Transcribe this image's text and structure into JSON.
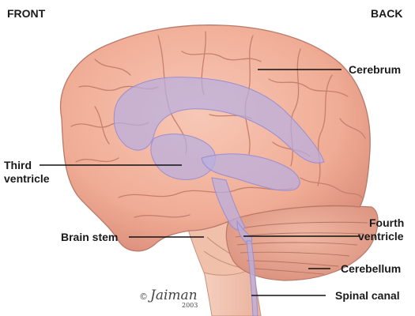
{
  "orientation": {
    "front": "FRONT",
    "back": "BACK"
  },
  "labels": {
    "cerebrum": "Cerebrum",
    "third_ventricle_line1": "Third",
    "third_ventricle_line2": "ventricle",
    "fourth_ventricle_line1": "Fourth",
    "fourth_ventricle_line2": "ventricle",
    "brain_stem": "Brain stem",
    "cerebellum": "Cerebellum",
    "spinal_canal": "Spinal canal"
  },
  "signature": {
    "copyright_symbol": "©",
    "artist": "Jaiman",
    "year": "2003"
  },
  "colors": {
    "cerebrum": "#f2b39e",
    "cerebrum_shade": "#e59a86",
    "ventricles": "#b9aee0",
    "cerebellum": "#e9a58f",
    "brainstem": "#f3c2ac",
    "label_text": "#1a1a1a",
    "leader_line": "#111111"
  }
}
